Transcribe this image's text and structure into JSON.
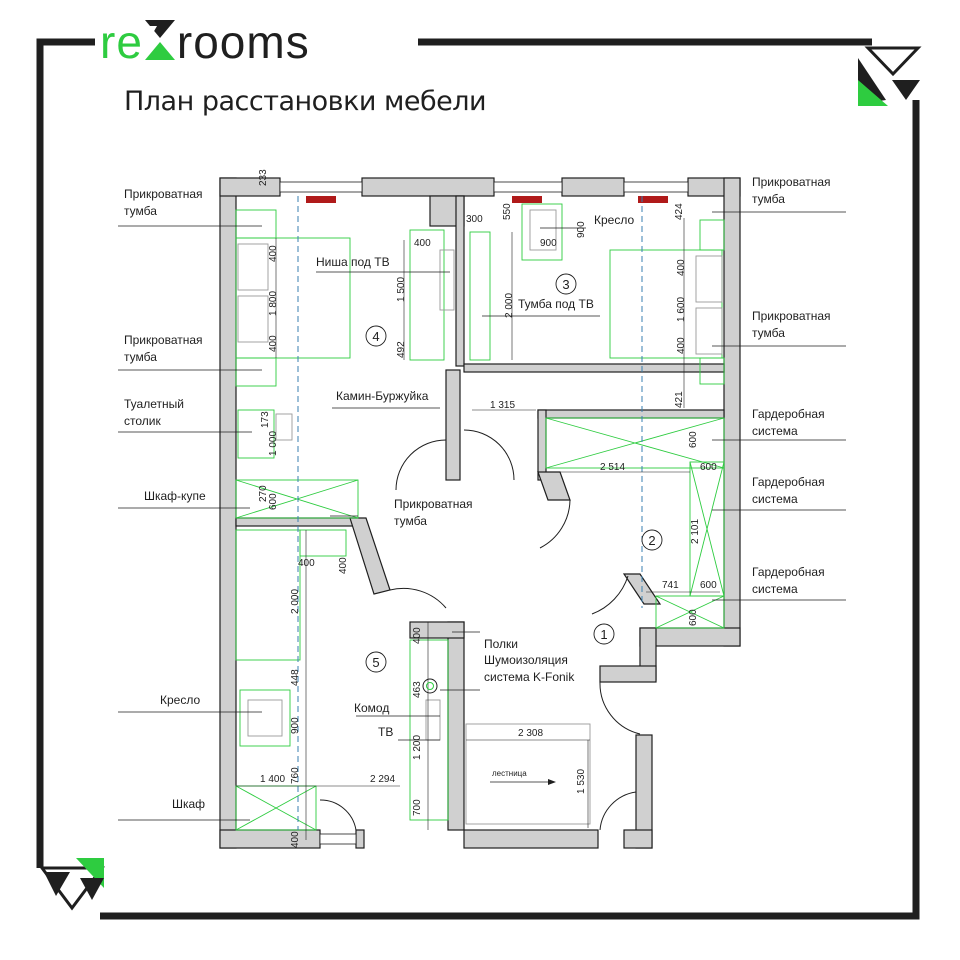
{
  "brand": {
    "re": "re",
    "rooms": "rooms",
    "accent": "#2ecc40",
    "dark": "#1f1f1f"
  },
  "title": "План расстановки мебели",
  "rooms": [
    "1",
    "2",
    "3",
    "4",
    "5"
  ],
  "labels": {
    "left_tumba_top": "Прикроватная\nтумба",
    "left_tumba_mid": "Прикроватная\nтумба",
    "vanity": "Туалетный\nстолик",
    "wardrobe_coupe": "Шкаф-купе",
    "armchair_left": "Кресло",
    "cabinet": "Шкаф",
    "tv_niche": "Ниша под ТВ",
    "fireplace": "Камин-Буржуйка",
    "tumba_center": "Прикроватная\nтумба",
    "armchair_top": "Кресло",
    "tv_stand": "Тумба под ТВ",
    "right_tumba_top": "Прикроватная\nтумба",
    "right_tumba_mid": "Прикроватная\nтумба",
    "wardrobe_1": "Гардеробная\nсистема",
    "wardrobe_2": "Гардеробная\nсистема",
    "wardrobe_3": "Гардеробная\nсистема",
    "shelves": "Полки",
    "soundproof": "Шумоизоляция\nсистема K-Fonik",
    "dresser": "Комод",
    "tv": "ТВ",
    "stairs": "лестница"
  },
  "dims": {
    "d233": "233",
    "d400a": "400",
    "d1800": "1 800",
    "d400b": "400",
    "d173": "173",
    "d1000": "1 000",
    "d270": "270",
    "d600a": "600",
    "d400c": "400",
    "d1500": "1 500",
    "d492": "492",
    "d400d": "400",
    "d300": "300",
    "d550": "550",
    "d900a": "900",
    "d900b": "900",
    "d2000a": "2 000",
    "d424": "424",
    "d400e": "400",
    "d1600": "1 600",
    "d400f": "400",
    "d421": "421",
    "d1315": "1 315",
    "d600b": "600",
    "d2514": "2 514",
    "d600c": "600",
    "d2101": "2 101",
    "d741": "741",
    "d600d": "600",
    "d600e": "600",
    "d400g": "400",
    "d400h": "400",
    "d2000b": "2 000",
    "d448": "448",
    "d900c": "900",
    "d760": "760",
    "d1400": "1 400",
    "d2294": "2 294",
    "d400i": "400",
    "d400j": "400",
    "d463": "463",
    "d1200": "1 200",
    "d700": "700",
    "d2308": "2 308",
    "d1530": "1 530"
  }
}
